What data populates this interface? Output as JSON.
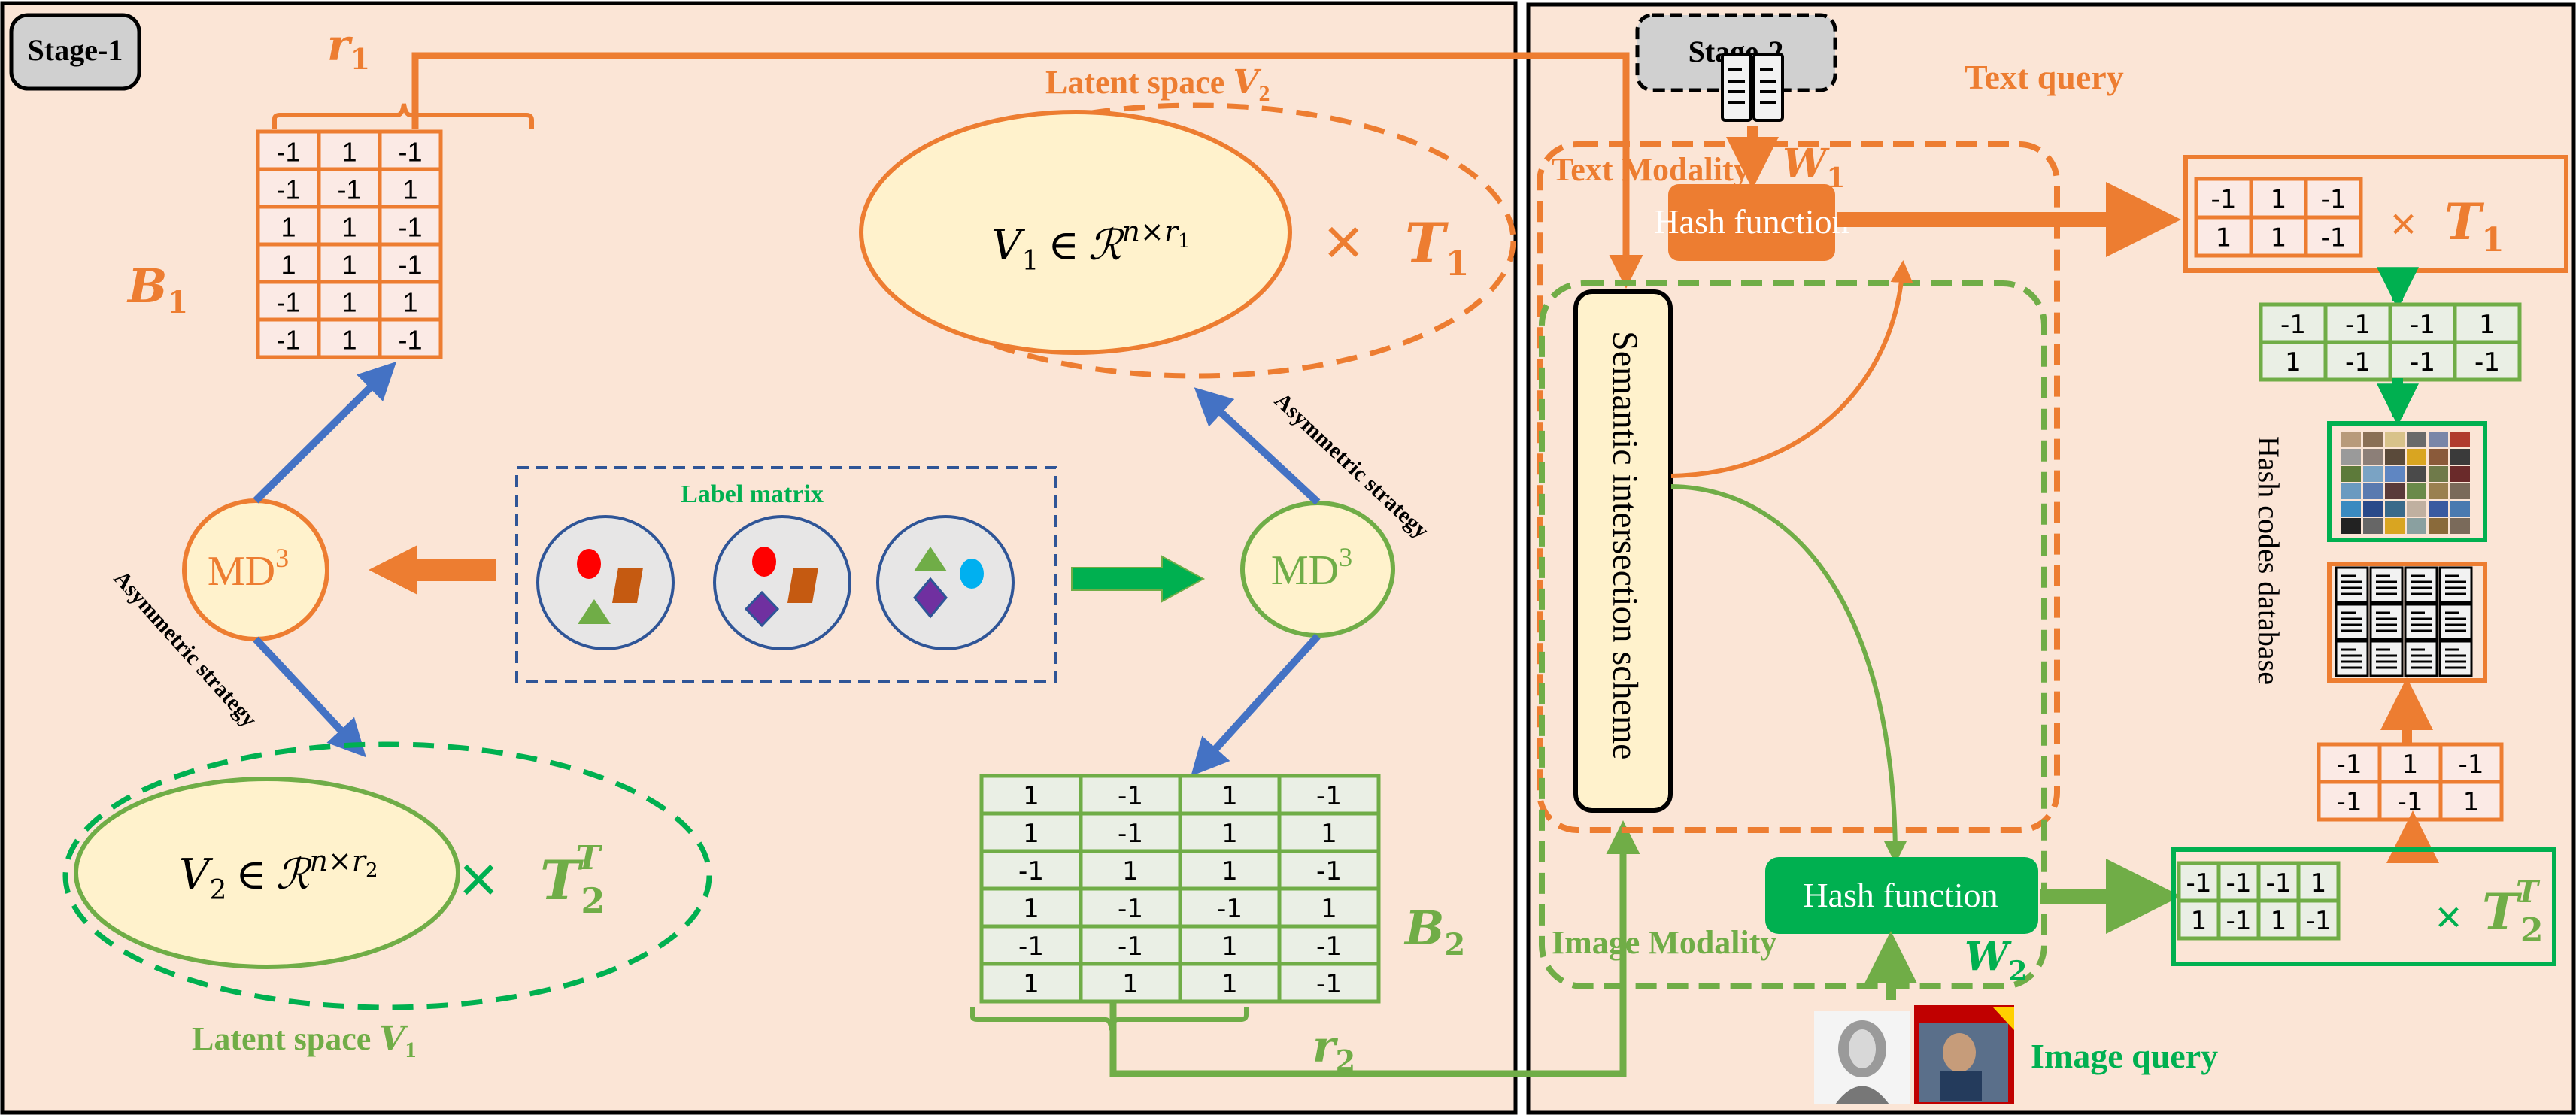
{
  "colors": {
    "background": "#fbe5d6",
    "orange": "#ed7d31",
    "green": "#70ad47",
    "bright_green": "#00b050",
    "blue": "#4472c4",
    "navy": "#2f5597",
    "cream": "#fff2cc",
    "grey_label": "#d0d0d0",
    "orange_cell": "#fbeae5",
    "green_cell": "#eaefe5"
  },
  "stage1": {
    "label": "Stage-1",
    "r1_label": "r",
    "r1_sub": "1",
    "b1_label": "B",
    "b1_sub": "1",
    "b1_matrix": [
      [
        "-1",
        "1",
        "-1"
      ],
      [
        "-1",
        "-1",
        "1"
      ],
      [
        "1",
        "1",
        "-1"
      ],
      [
        "1",
        "1",
        "-1"
      ],
      [
        "-1",
        "1",
        "1"
      ],
      [
        "-1",
        "1",
        "-1"
      ]
    ],
    "latent_v2": {
      "title": "Latent space ",
      "var": "V",
      "sub": "2"
    },
    "v1_formula": {
      "var": "V",
      "sub": "1",
      "in": "∈",
      "space": "ℛ",
      "sup": "n×r",
      "sup_sub": "1"
    },
    "times": "×",
    "t1": {
      "var": "T",
      "sub": "1"
    },
    "md3_left": {
      "base": "MD",
      "sup": "3"
    },
    "md3_right": {
      "base": "MD",
      "sup": "3"
    },
    "asym_left": "Asymmetric strategy",
    "asym_right": "Asymmetric strategy",
    "label_matrix": "Label matrix",
    "v2_formula": {
      "var": "V",
      "sub": "2",
      "in": "∈",
      "space": "ℛ",
      "sup": "n×r",
      "sup_sub": "2"
    },
    "t2": {
      "var": "T",
      "sub": "2",
      "sup": "T"
    },
    "latent_v1": {
      "title": "Latent space ",
      "var": "V",
      "sub": "1"
    },
    "b2_label": "B",
    "b2_sub": "2",
    "r2_label": "r",
    "r2_sub": "2",
    "b2_matrix": [
      [
        "1",
        "-1",
        "1",
        "-1"
      ],
      [
        "1",
        "-1",
        "1",
        "1"
      ],
      [
        "-1",
        "1",
        "1",
        "-1"
      ],
      [
        "1",
        "-1",
        "-1",
        "1"
      ],
      [
        "-1",
        "-1",
        "1",
        "-1"
      ],
      [
        "1",
        "1",
        "1",
        "-1"
      ]
    ]
  },
  "stage2": {
    "label": "Stage-2",
    "text_query": "Text query",
    "text_modality": "Text Modality",
    "w1": {
      "var": "W",
      "sub": "1"
    },
    "hash_function_text": "Hash function",
    "semantic_scheme": "Semantic intersection scheme",
    "image_modality": "Image Modality",
    "hash_function_image": "Hash function",
    "w2": {
      "var": "W",
      "sub": "2"
    },
    "image_query": "Image query",
    "text_code_matrix": [
      [
        "-1",
        "1",
        "-1"
      ],
      [
        "1",
        "1",
        "-1"
      ]
    ],
    "text_times": "×",
    "text_t1": {
      "var": "T",
      "sub": "1"
    },
    "text_projected": [
      [
        "-1",
        "-1",
        "-1",
        "1"
      ],
      [
        "1",
        "-1",
        "-1",
        "-1"
      ]
    ],
    "hash_codes_database": "Hash codes database",
    "db_text_code_matrix": [
      [
        "-1",
        "1",
        "-1"
      ],
      [
        "-1",
        "-1",
        "1"
      ]
    ],
    "image_code_matrix": [
      [
        "-1",
        "-1",
        "-1",
        "1"
      ],
      [
        "1",
        "-1",
        "1",
        "-1"
      ]
    ],
    "image_times": "×",
    "image_t2": {
      "var": "T",
      "sub": "2",
      "sup": "T"
    }
  }
}
